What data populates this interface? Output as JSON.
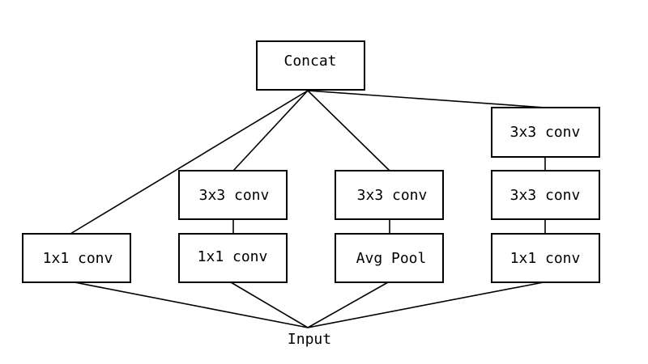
{
  "diagram": {
    "nodes": {
      "concat": "Concat",
      "b1_conv1x1": "1x1 conv",
      "b2_conv3x3": "3x3 conv",
      "b2_conv1x1": "1x1 conv",
      "b3_conv3x3": "3x3 conv",
      "b3_avgpool": "Avg Pool",
      "b4_conv3x3_top": "3x3 conv",
      "b4_conv3x3_mid": "3x3 conv",
      "b4_conv1x1": "1x1 conv"
    },
    "input_label": "Input",
    "colors": {
      "stroke": "#000000",
      "fill": "#ffffff",
      "text": "#000000"
    }
  }
}
